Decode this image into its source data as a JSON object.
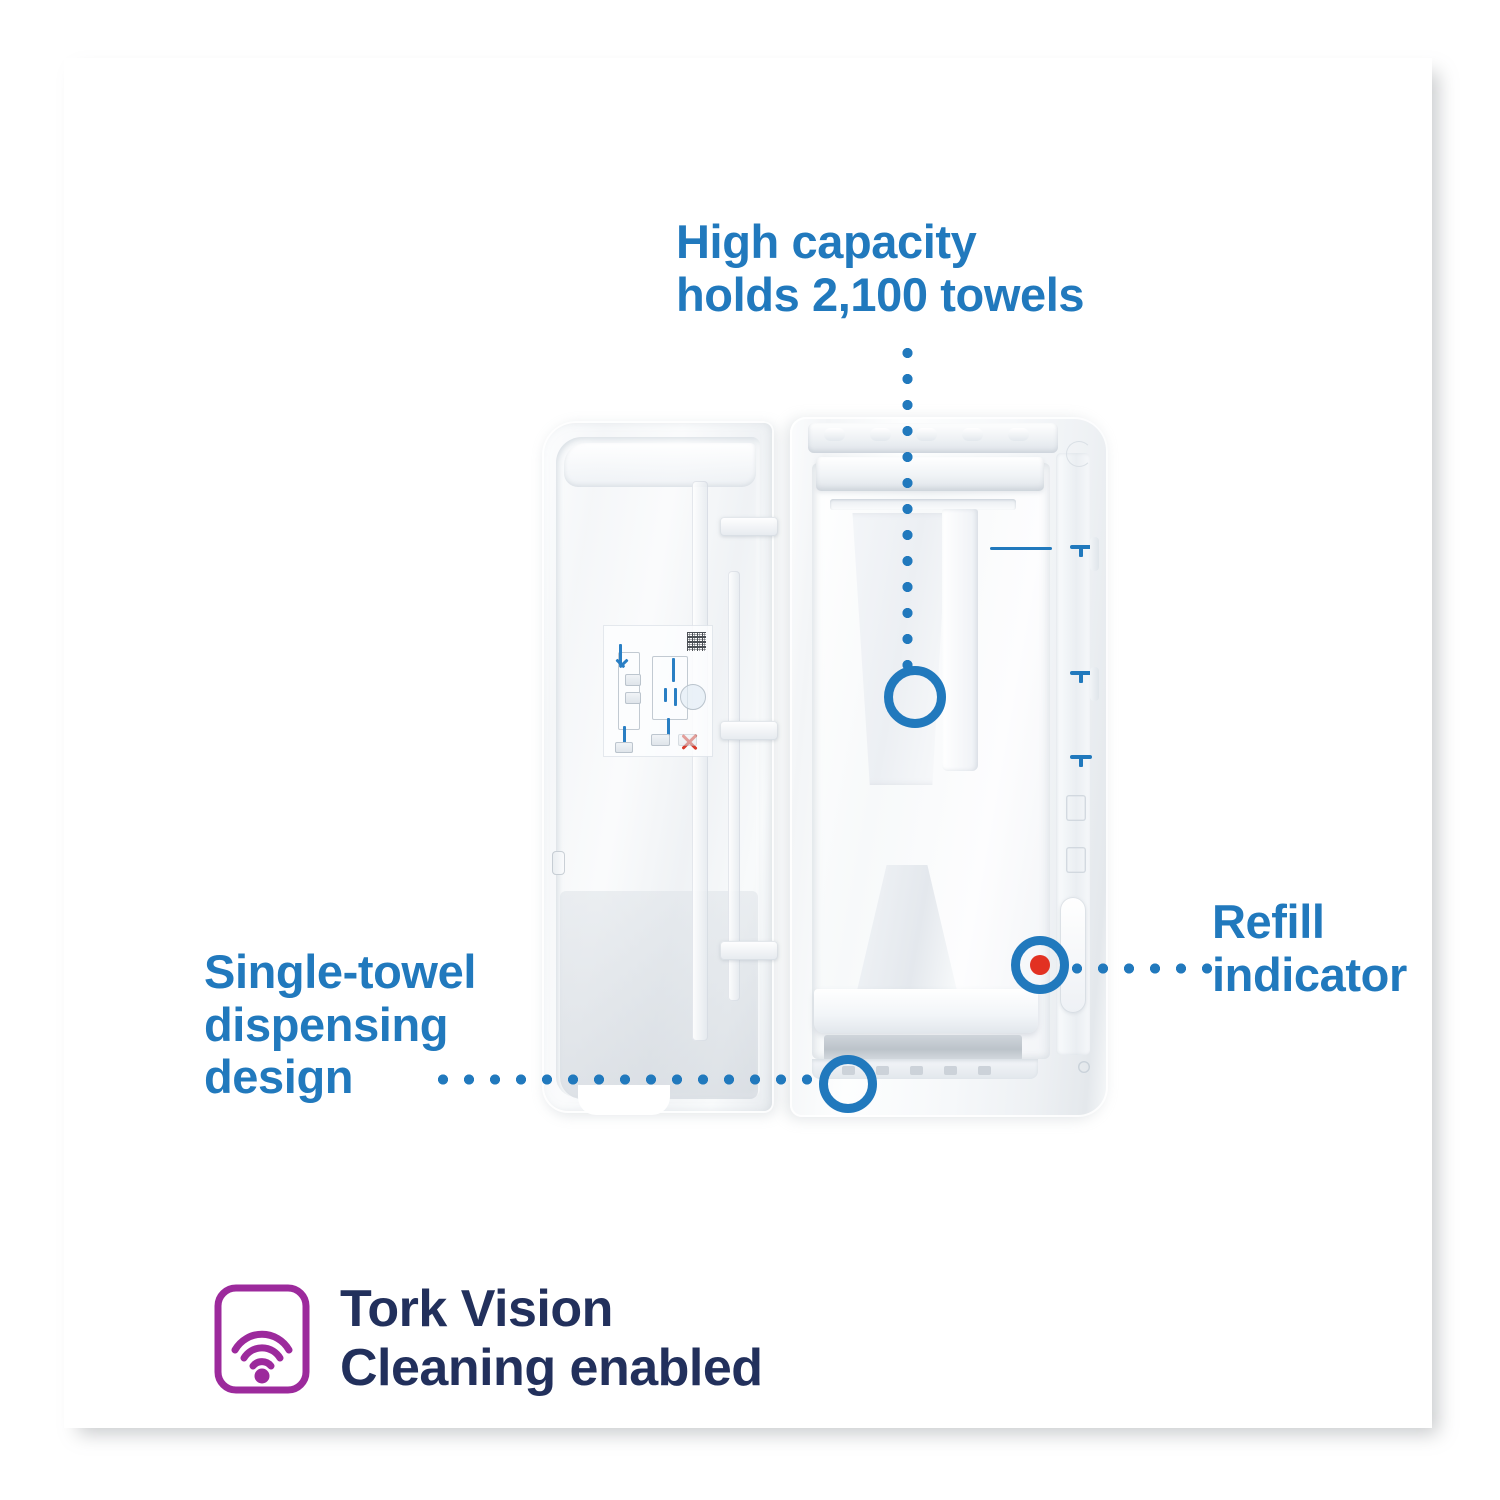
{
  "product": {
    "name": "wall-mounted folded paper towel dispenser",
    "state": "open showing interior",
    "door_label": {
      "type": "instruction-sticker",
      "has_qr_code": true,
      "symbols": [
        "load-refill-arrow",
        "insert-stack-arrow",
        "do-not-force-x"
      ]
    }
  },
  "callouts": [
    {
      "id": "capacity",
      "text": "High capacity\nholds 2,100 towels",
      "marker": "ring",
      "leader": "vertical-dotted"
    },
    {
      "id": "single-towel",
      "text": "Single-towel\ndispensing\ndesign",
      "marker": "ring",
      "leader": "horizontal-dotted"
    },
    {
      "id": "refill",
      "text": "Refill\nindicator",
      "marker": "ring-with-red-dot",
      "leader": "horizontal-dotted"
    }
  ],
  "footer": {
    "brand_text": "Tork Vision\nCleaning enabled",
    "icon": "wifi-signal-icon"
  },
  "colors": {
    "callout_blue": "#2179bd",
    "brand_navy": "#22305c",
    "brand_purple": "#9c2a9c",
    "indicator_red": "#e23122",
    "card_background": "#ffffff"
  }
}
